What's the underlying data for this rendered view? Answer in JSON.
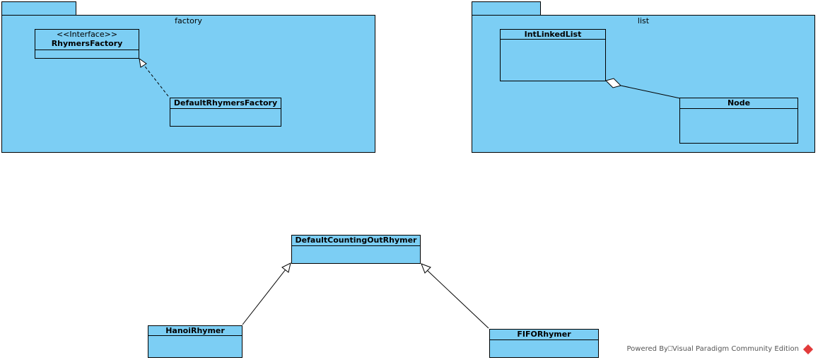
{
  "packages": [
    {
      "name": "factory"
    },
    {
      "name": "list"
    }
  ],
  "classes": {
    "rhymers_factory": {
      "stereotype": "<<Interface>>",
      "name": "RhymersFactory"
    },
    "default_rhymers_factory": {
      "name": "DefaultRhymersFactory"
    },
    "int_linked_list": {
      "name": "IntLinkedList"
    },
    "node": {
      "name": "Node"
    },
    "default_counting_out_rhymer": {
      "name": "DefaultCountingOutRhymer"
    },
    "hanoi_rhymer": {
      "name": "HanoiRhymer"
    },
    "fifo_rhymer": {
      "name": "FIFORhymer"
    }
  },
  "footer": {
    "text": "Powered By⎕Visual Paradigm Community Edition"
  },
  "colors": {
    "fill": "#7ccef4",
    "stroke": "#000000"
  }
}
